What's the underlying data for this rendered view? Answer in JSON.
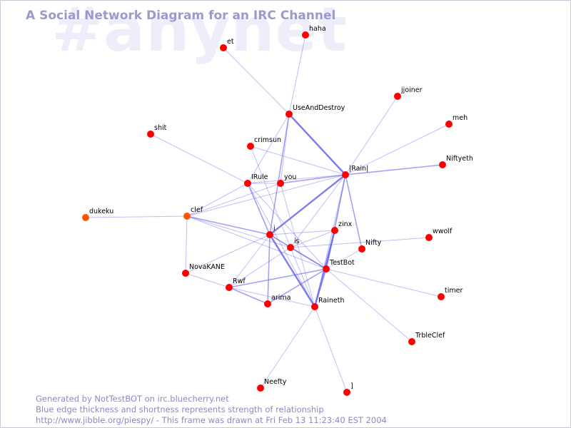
{
  "watermark": "#anynet",
  "title": "A Social Network Diagram for an IRC Channel",
  "footer": {
    "line1": "Generated by NotTestBOT on irc.bluecherry.net",
    "line2": "Blue edge thickness and shortness represents strength of relationship",
    "line3": "http://www.jibble.org/piespy/ - This frame was drawn at Fri Feb 13 11:23:40 EST 2004"
  },
  "colors": {
    "node": "#ff0000",
    "node_alt": "#ff5500",
    "edge": "#6666ee",
    "title": "#9a9acc",
    "watermark": "#eeeefb",
    "footer": "#8a8ac6"
  },
  "nodes": [
    {
      "id": "haha",
      "label": "haha"
    },
    {
      "id": "et",
      "label": "et"
    },
    {
      "id": "jjoiner",
      "label": "jjoiner"
    },
    {
      "id": "UseAndDestroy",
      "label": "UseAndDestroy"
    },
    {
      "id": "meh",
      "label": "meh"
    },
    {
      "id": "shit",
      "label": "shit"
    },
    {
      "id": "crimsun",
      "label": "crimsun"
    },
    {
      "id": "Niftyeth",
      "label": "Niftyeth"
    },
    {
      "id": "Rain",
      "label": "|Rain|"
    },
    {
      "id": "IRule",
      "label": "IRule"
    },
    {
      "id": "you",
      "label": "you"
    },
    {
      "id": "dukeku",
      "label": "dukeku",
      "alt": true
    },
    {
      "id": "clef",
      "label": "clef",
      "alt": true
    },
    {
      "id": "zinx",
      "label": "zinx"
    },
    {
      "id": "wwolf",
      "label": "wwolf"
    },
    {
      "id": "i",
      "label": "i"
    },
    {
      "id": "is",
      "label": "is"
    },
    {
      "id": "Nifty",
      "label": "Nifty"
    },
    {
      "id": "NovaKANE",
      "label": "NovaKANE"
    },
    {
      "id": "TestBot",
      "label": "TestBot"
    },
    {
      "id": "Rwf",
      "label": "Rwf"
    },
    {
      "id": "timer",
      "label": "timer"
    },
    {
      "id": "arima",
      "label": "arima"
    },
    {
      "id": "Raineth",
      "label": "Raineth"
    },
    {
      "id": "TrbleClef",
      "label": "TrbleClef"
    },
    {
      "id": "Neefty",
      "label": "Neefty"
    },
    {
      "id": "J",
      "label": "]"
    }
  ],
  "edges": [
    {
      "from": "haha",
      "to": "UseAndDestroy",
      "strength": 1
    },
    {
      "from": "et",
      "to": "UseAndDestroy",
      "strength": 1
    },
    {
      "from": "UseAndDestroy",
      "to": "Rain",
      "strength": 3
    },
    {
      "from": "UseAndDestroy",
      "to": "IRule",
      "strength": 1
    },
    {
      "from": "UseAndDestroy",
      "to": "i",
      "strength": 2
    },
    {
      "from": "UseAndDestroy",
      "to": "you",
      "strength": 1
    },
    {
      "from": "jjoiner",
      "to": "Rain",
      "strength": 1
    },
    {
      "from": "meh",
      "to": "Rain",
      "strength": 1
    },
    {
      "from": "Niftyeth",
      "to": "Rain",
      "strength": 2
    },
    {
      "from": "shit",
      "to": "IRule",
      "strength": 1
    },
    {
      "from": "crimsun",
      "to": "Rain",
      "strength": 1
    },
    {
      "from": "crimsun",
      "to": "is",
      "strength": 1
    },
    {
      "from": "Rain",
      "to": "you",
      "strength": 2
    },
    {
      "from": "Rain",
      "to": "IRule",
      "strength": 1
    },
    {
      "from": "Rain",
      "to": "i",
      "strength": 3
    },
    {
      "from": "Rain",
      "to": "TestBot",
      "strength": 2
    },
    {
      "from": "Rain",
      "to": "Nifty",
      "strength": 2
    },
    {
      "from": "Rain",
      "to": "Raineth",
      "strength": 1
    },
    {
      "from": "Rain",
      "to": "clef",
      "strength": 1
    },
    {
      "from": "Rain",
      "to": "zinx",
      "strength": 1
    },
    {
      "from": "Rain",
      "to": "is",
      "strength": 1
    },
    {
      "from": "IRule",
      "to": "i",
      "strength": 2
    },
    {
      "from": "IRule",
      "to": "TestBot",
      "strength": 1
    },
    {
      "from": "IRule",
      "to": "Raineth",
      "strength": 1
    },
    {
      "from": "IRule",
      "to": "clef",
      "strength": 1
    },
    {
      "from": "IRule",
      "to": "you",
      "strength": 1
    },
    {
      "from": "you",
      "to": "Raineth",
      "strength": 1
    },
    {
      "from": "you",
      "to": "clef",
      "strength": 1
    },
    {
      "from": "dukeku",
      "to": "clef",
      "strength": 1
    },
    {
      "from": "clef",
      "to": "i",
      "strength": 2
    },
    {
      "from": "clef",
      "to": "NovaKANE",
      "strength": 1
    },
    {
      "from": "clef",
      "to": "is",
      "strength": 1
    },
    {
      "from": "clef",
      "to": "TestBot",
      "strength": 1
    },
    {
      "from": "i",
      "to": "TestBot",
      "strength": 2
    },
    {
      "from": "i",
      "to": "Raineth",
      "strength": 3
    },
    {
      "from": "i",
      "to": "arima",
      "strength": 2
    },
    {
      "from": "i",
      "to": "Rwf",
      "strength": 1
    },
    {
      "from": "i",
      "to": "NovaKANE",
      "strength": 1
    },
    {
      "from": "i",
      "to": "zinx",
      "strength": 1
    },
    {
      "from": "i",
      "to": "is",
      "strength": 1
    },
    {
      "from": "is",
      "to": "zinx",
      "strength": 1
    },
    {
      "from": "is",
      "to": "TestBot",
      "strength": 2
    },
    {
      "from": "is",
      "to": "Rwf",
      "strength": 1
    },
    {
      "from": "is",
      "to": "Raineth",
      "strength": 1
    },
    {
      "from": "zinx",
      "to": "TestBot",
      "strength": 2
    },
    {
      "from": "zinx",
      "to": "Raineth",
      "strength": 3
    },
    {
      "from": "Nifty",
      "to": "TestBot",
      "strength": 1
    },
    {
      "from": "wwolf",
      "to": "is",
      "strength": 1
    },
    {
      "from": "TestBot",
      "to": "Rwf",
      "strength": 2
    },
    {
      "from": "TestBot",
      "to": "arima",
      "strength": 2
    },
    {
      "from": "TestBot",
      "to": "Raineth",
      "strength": 2
    },
    {
      "from": "TestBot",
      "to": "timer",
      "strength": 1
    },
    {
      "from": "TestBot",
      "to": "TrbleClef",
      "strength": 1
    },
    {
      "from": "NovaKANE",
      "to": "Rwf",
      "strength": 1
    },
    {
      "from": "Rwf",
      "to": "arima",
      "strength": 2
    },
    {
      "from": "Rwf",
      "to": "Raineth",
      "strength": 1
    },
    {
      "from": "Raineth",
      "to": "Neefty",
      "strength": 1
    },
    {
      "from": "Raineth",
      "to": "J",
      "strength": 1
    }
  ]
}
